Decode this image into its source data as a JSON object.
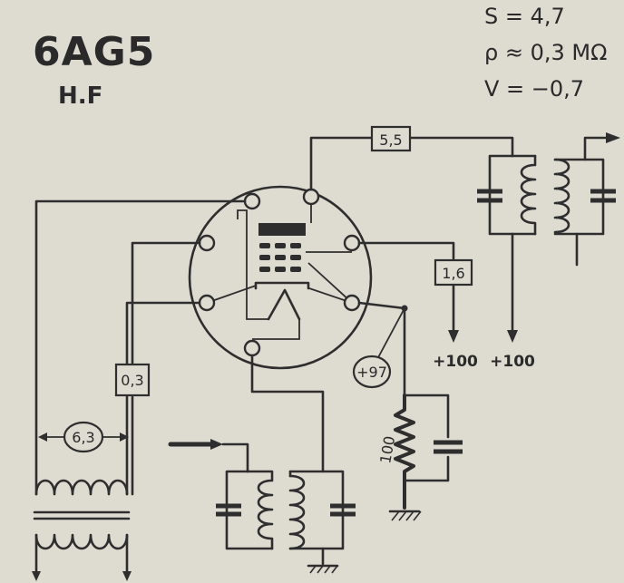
{
  "header": {
    "tube_type": "6AG5",
    "function": "H.F"
  },
  "params": {
    "s": "S = 4,7",
    "rho": "ρ ≈ 0,3 MΩ",
    "v": "V = −0,7"
  },
  "labels": {
    "plate_current": "5,5",
    "screen_current": "1,6",
    "cathode_current": "0,3",
    "heater_voltage": "6,3",
    "screen_voltage": "+97",
    "cathode_resistor": "100",
    "supply_screen": "+100",
    "supply_plate": "+100"
  }
}
